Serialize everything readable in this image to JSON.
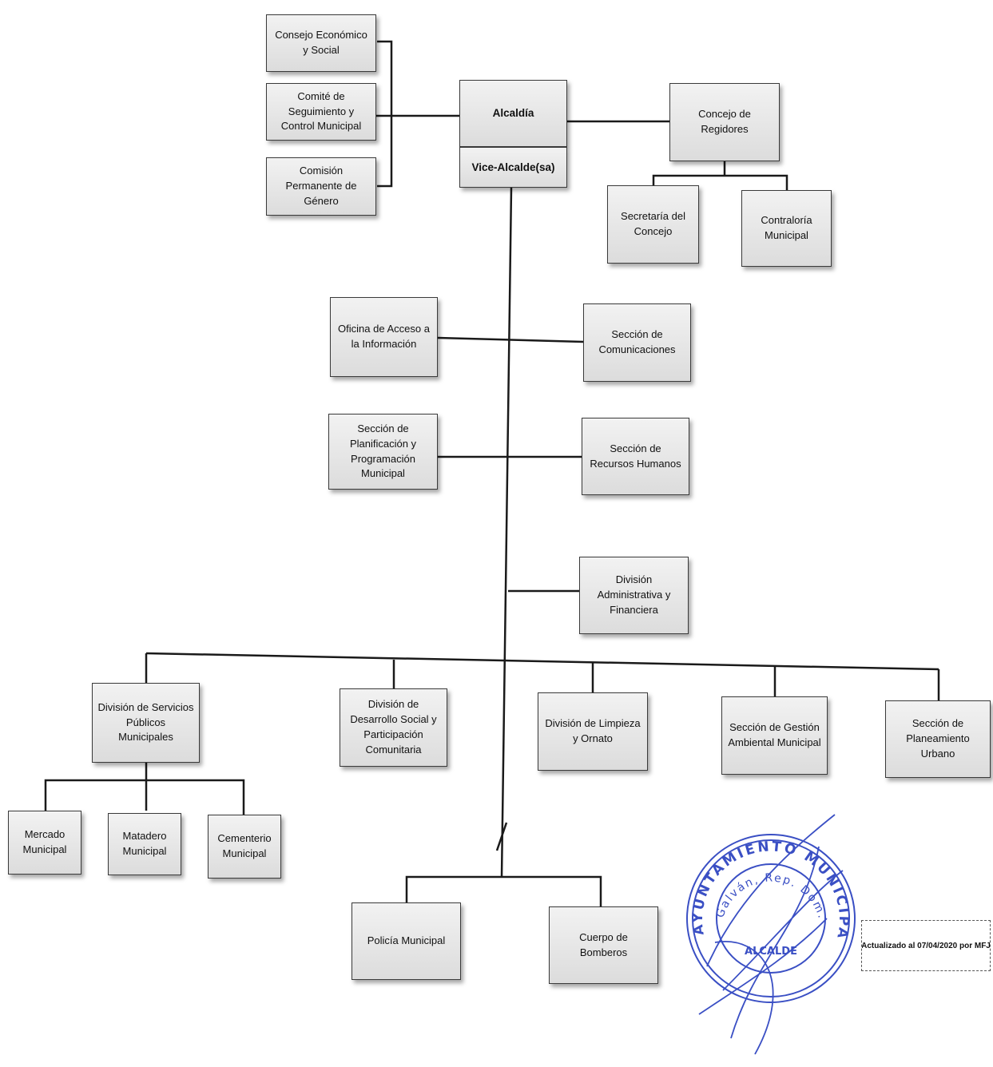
{
  "nodes": {
    "alcaldia": "Alcaldía",
    "vice_alcalde": "Vice-Alcalde(sa)",
    "consejo_economico": "Consejo Económico y Social",
    "comite_seguimiento": "Comité de Seguimiento y Control Municipal",
    "comision_genero": "Comisión Permanente de Género",
    "concejo_regidores": "Concejo de Regidores",
    "secretaria_concejo": "Secretaría del Concejo",
    "contraloria": "Contraloría Municipal",
    "oficina_acceso": "Oficina de Acceso a la Información",
    "seccion_comunicaciones": "Sección de Comunicaciones",
    "seccion_planificacion": "Sección de Planificación y Programación Municipal",
    "seccion_rrhh": "Sección de Recursos Humanos",
    "division_administrativa": "División Administrativa y Financiera",
    "division_servicios": "División de Servicios Públicos Municipales",
    "division_desarrollo": "División de Desarrollo Social y Participación Comunitaria",
    "division_limpieza": "División de Limpieza y Ornato",
    "seccion_gestion_ambiental": "Sección de Gestión Ambiental Municipal",
    "seccion_planeamiento": "Sección de Planeamiento Urbano",
    "mercado": "Mercado Municipal",
    "matadero": "Matadero Municipal",
    "cementerio": "Cementerio Municipal",
    "policia": "Policía Municipal",
    "bomberos": "Cuerpo de Bomberos"
  },
  "footer_note": "Actualizado al 07/04/2020 por MFJ",
  "seal": {
    "outer_text": "AYUNTAMIENTO MUNICIPAL",
    "place_text": "Galván, Rep. Dom.",
    "center_text": "ALCALDE",
    "ink_color": "#3a4fc4"
  },
  "colors": {
    "line": "#1a1a1a",
    "box_border": "#3a3a3a"
  }
}
